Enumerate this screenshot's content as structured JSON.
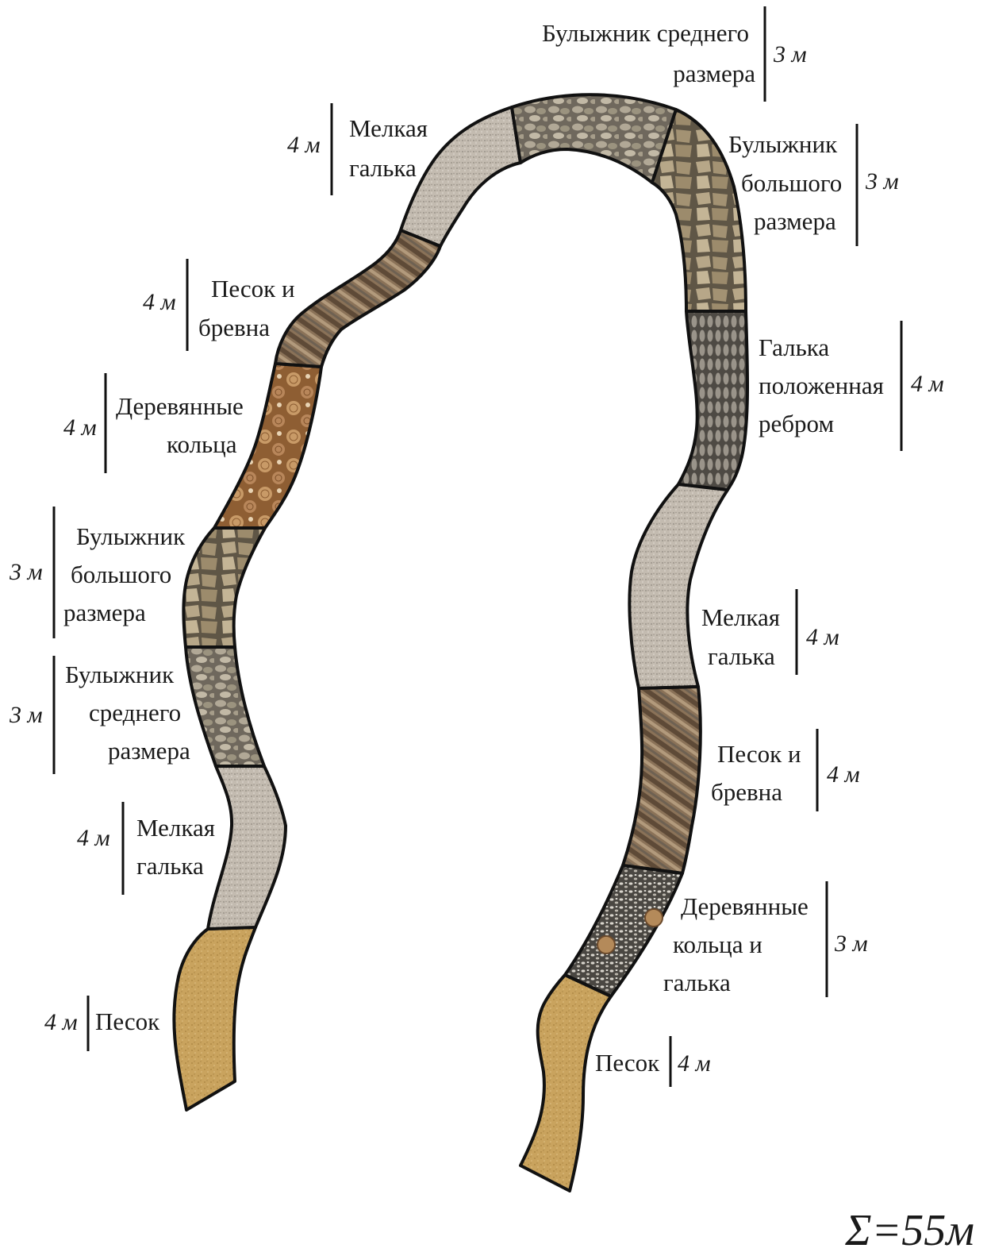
{
  "segments": [
    {
      "id": "l1",
      "name": "Песок",
      "lines": [
        "Песок"
      ],
      "length": "4 м",
      "material": "sand"
    },
    {
      "id": "l2",
      "name": "Мелкая галька",
      "lines": [
        "Мелкая",
        "галька"
      ],
      "length": "4 м",
      "material": "fine-pebble"
    },
    {
      "id": "l3",
      "name": "Булыжник среднего размера",
      "lines": [
        "Булыжник",
        "среднего",
        "размера"
      ],
      "length": "3 м",
      "material": "medium-cobble"
    },
    {
      "id": "l4",
      "name": "Булыжник большого размера",
      "lines": [
        "Булыжник",
        "большого",
        "размера"
      ],
      "length": "3 м",
      "material": "large-cobble"
    },
    {
      "id": "l5",
      "name": "Деревянные кольца",
      "lines": [
        "Деревянные",
        "кольца"
      ],
      "length": "4 м",
      "material": "wood-rings"
    },
    {
      "id": "l6",
      "name": "Песок и бревна",
      "lines": [
        "Песок и",
        "бревна"
      ],
      "length": "4 м",
      "material": "sand-logs"
    },
    {
      "id": "l7",
      "name": "Мелкая галька",
      "lines": [
        "Мелкая",
        "галька"
      ],
      "length": "4 м",
      "material": "fine-pebble"
    },
    {
      "id": "t1",
      "name": "Булыжник среднего размера",
      "lines": [
        "Булыжник среднего",
        "размера"
      ],
      "length": "3 м",
      "material": "medium-cobble"
    },
    {
      "id": "r1",
      "name": "Булыжник большого размера",
      "lines": [
        "Булыжник",
        "большого",
        "размера"
      ],
      "length": "3 м",
      "material": "large-cobble"
    },
    {
      "id": "r2",
      "name": "Галька положенная ребром",
      "lines": [
        "Галька",
        "положенная",
        "ребром"
      ],
      "length": "4 м",
      "material": "edge-pebble"
    },
    {
      "id": "r3",
      "name": "Мелкая галька",
      "lines": [
        "Мелкая",
        "галька"
      ],
      "length": "4 м",
      "material": "fine-pebble"
    },
    {
      "id": "r4",
      "name": "Песок и бревна",
      "lines": [
        "Песок и",
        "бревна"
      ],
      "length": "4 м",
      "material": "sand-logs"
    },
    {
      "id": "r5",
      "name": "Деревянные кольца и галька",
      "lines": [
        "Деревянные",
        "кольца и",
        "галька"
      ],
      "length": "3 м",
      "material": "rings-pebble"
    },
    {
      "id": "r6",
      "name": "Песок",
      "lines": [
        "Песок"
      ],
      "length": "4 м",
      "material": "sand"
    }
  ],
  "total": "Σ=55м",
  "colors": {
    "sand": "#c9a35e",
    "fine-pebble": "#c3bbb0",
    "medium-cobble": "#8f8676",
    "large-cobble": "#a8987a",
    "wood-rings": "#a4764a",
    "sand-logs": "#7d6a55",
    "edge-pebble": "#6f6a62",
    "rings-pebble": "#8a8884"
  }
}
